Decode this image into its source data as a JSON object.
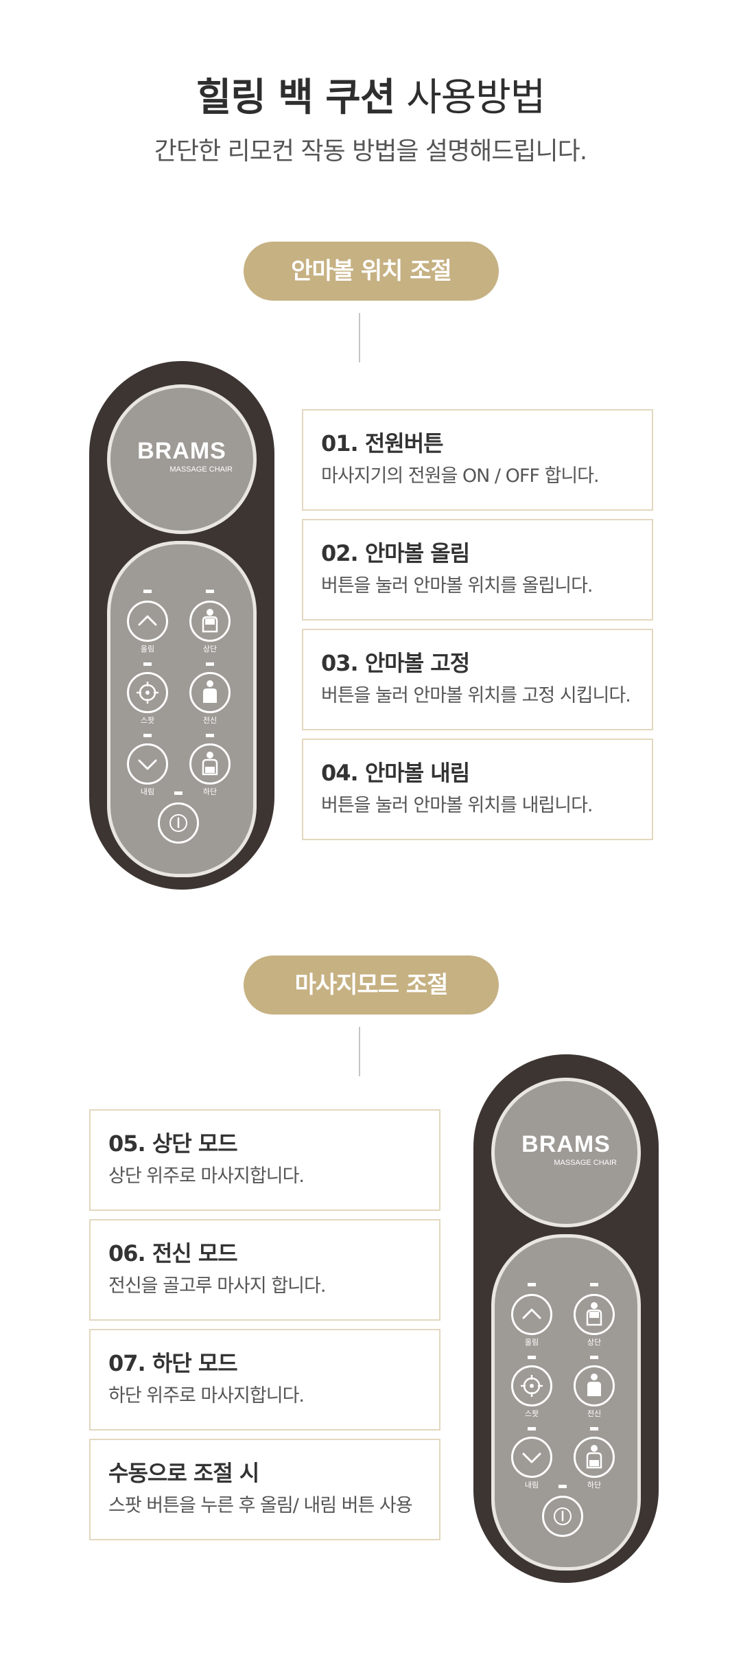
{
  "header": {
    "title_bold": "힐링 백 쿠션",
    "title_light": "사용방법",
    "subtitle": "간단한 리모컨 작동 방법을 설명해드립니다."
  },
  "section1": {
    "pill": "안마볼 위치 조절",
    "cards": [
      {
        "title": "01. 전원버튼",
        "desc": "마사지기의 전원을 ON / OFF 합니다."
      },
      {
        "title": "02. 안마볼 올림",
        "desc": "버튼을 눌러 안마볼 위치를 올립니다."
      },
      {
        "title": "03. 안마볼 고정",
        "desc": "버튼을 눌러 안마볼 위치를 고정 시킵니다."
      },
      {
        "title": "04. 안마볼 내림",
        "desc": "버튼을 눌러 안마볼 위치를 내립니다."
      }
    ]
  },
  "section2": {
    "pill": "마사지모드 조절",
    "cards": [
      {
        "title": "05. 상단 모드",
        "desc": "상단 위주로 마사지합니다."
      },
      {
        "title": "06. 전신 모드",
        "desc": "전신을 골고루 마사지 합니다."
      },
      {
        "title": "07. 하단 모드",
        "desc": "하단 위주로 마사지합니다."
      },
      {
        "title": "수동으로 조절 시",
        "desc": "스팟 버튼을 누른 후 올림/ 내림 버튼 사용"
      }
    ]
  },
  "remote": {
    "logo": "BRAMS",
    "logo_sub": "MASSAGE CHAIR",
    "labels": {
      "up": "올림",
      "upper": "상단",
      "spot": "스팟",
      "full": "전신",
      "down": "내림",
      "lower": "하단"
    }
  }
}
